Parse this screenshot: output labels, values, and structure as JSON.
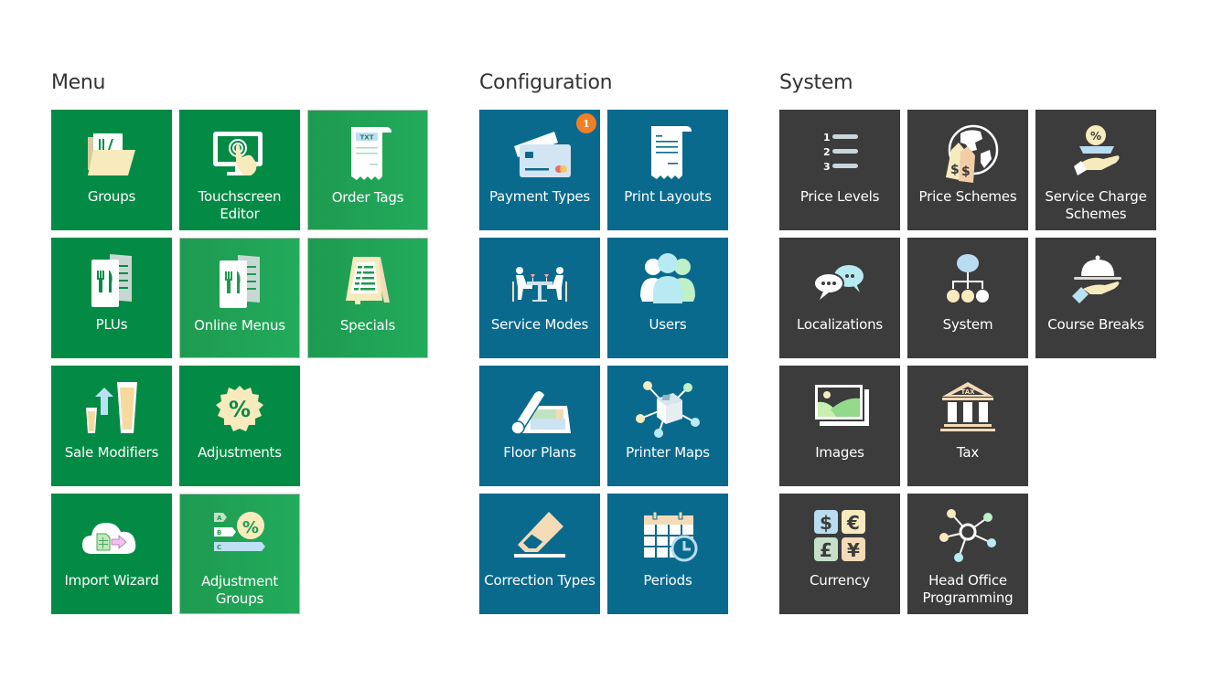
{
  "sections": {
    "menu": {
      "title": "Menu",
      "tiles": [
        {
          "label": "Groups",
          "icon": "folder-icon"
        },
        {
          "label": "Touchscreen Editor",
          "icon": "touchscreen-icon"
        },
        {
          "label": "Order Tags",
          "icon": "receipt-txt-icon"
        },
        {
          "label": "PLUs",
          "icon": "menu-card-icon"
        },
        {
          "label": "Online Menus",
          "icon": "menu-card-icon"
        },
        {
          "label": "Specials",
          "icon": "specials-board-icon"
        },
        {
          "label": "Sale Modifiers",
          "icon": "glass-upsize-icon"
        },
        {
          "label": "Adjustments",
          "icon": "percent-badge-icon"
        },
        {
          "label": "Import Wizard",
          "icon": "cloud-import-icon"
        },
        {
          "label": "Adjustment Groups",
          "icon": "adjustment-groups-icon"
        }
      ]
    },
    "configuration": {
      "title": "Configuration",
      "tiles": [
        {
          "label": "Payment Types",
          "icon": "credit-card-icon",
          "badge": "1"
        },
        {
          "label": "Print Layouts",
          "icon": "receipt-icon"
        },
        {
          "label": "Service Modes",
          "icon": "dining-table-icon"
        },
        {
          "label": "Users",
          "icon": "users-icon"
        },
        {
          "label": "Floor Plans",
          "icon": "floor-plan-icon"
        },
        {
          "label": "Printer Maps",
          "icon": "printer-map-icon"
        },
        {
          "label": "Correction Types",
          "icon": "eraser-icon"
        },
        {
          "label": "Periods",
          "icon": "calendar-clock-icon"
        }
      ]
    },
    "system": {
      "title": "System",
      "tiles": [
        {
          "label": "Price Levels",
          "icon": "numbered-list-icon"
        },
        {
          "label": "Price Schemes",
          "icon": "globe-price-tags-icon"
        },
        {
          "label": "Service Charge Schemes",
          "icon": "service-charge-icon"
        },
        {
          "label": "Localizations",
          "icon": "speech-bubbles-icon"
        },
        {
          "label": "System",
          "icon": "hierarchy-icon"
        },
        {
          "label": "Course Breaks",
          "icon": "cloche-icon"
        },
        {
          "label": "Images",
          "icon": "images-icon"
        },
        {
          "label": "Tax",
          "icon": "tax-building-icon"
        },
        {
          "label": "Currency",
          "icon": "currency-icon"
        },
        {
          "label": "Head Office Programming",
          "icon": "network-hub-icon"
        }
      ]
    }
  },
  "colors": {
    "menu_tile": "#038b45",
    "configuration_tile": "#096a8e",
    "system_tile": "#3c3c3c",
    "badge": "#f07f25"
  }
}
